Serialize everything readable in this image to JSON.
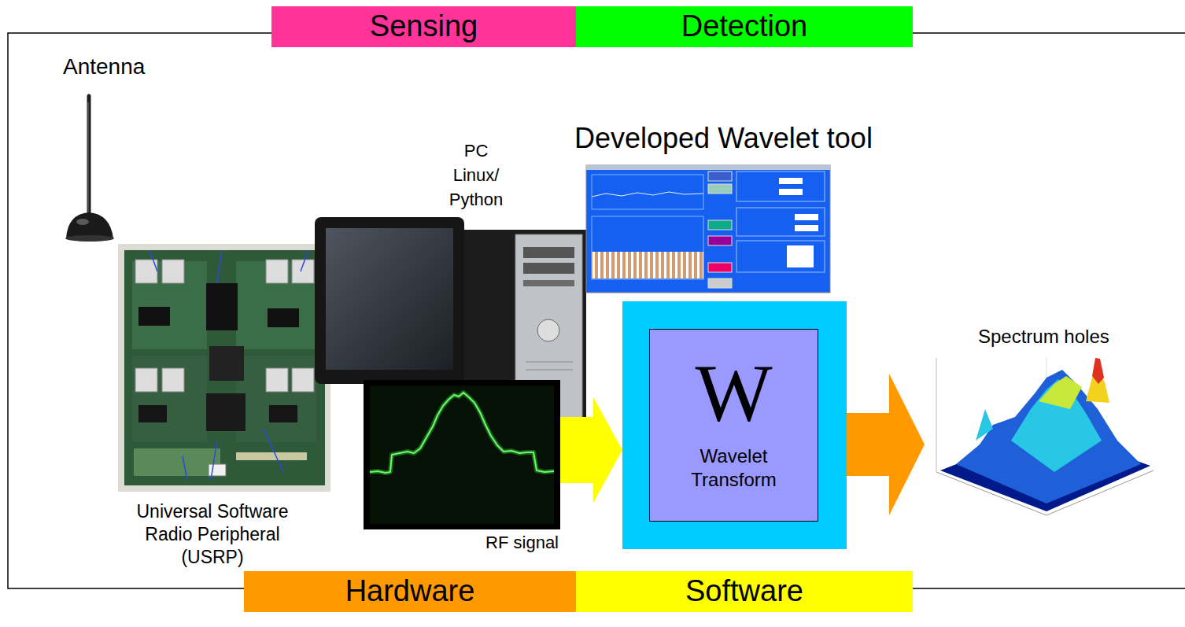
{
  "diagram": {
    "nodes": [
      {
        "text": [
          "Sensing"
        ]
      },
      {
        "text": [
          "Detection"
        ]
      },
      {
        "text": [
          "RF signal"
        ]
      },
      {
        "text": [
          "W",
          "Wavelet Transform"
        ]
      },
      {
        "text": [
          "Spectrum holes"
        ]
      },
      {
        "text": [
          "Hardware"
        ]
      },
      {
        "text": [
          "Software"
        ]
      }
    ],
    "edges": [
      {
        "from": 2,
        "to": 3,
        "arrow": "to"
      },
      {
        "from": 3,
        "to": 4,
        "arrow": "to"
      }
    ],
    "labels": [
      "Antenna",
      "PC Linux/ Python",
      "Developed Wavelet tool",
      "Universal Software Radio Peripheral (USRP)"
    ]
  }
}
